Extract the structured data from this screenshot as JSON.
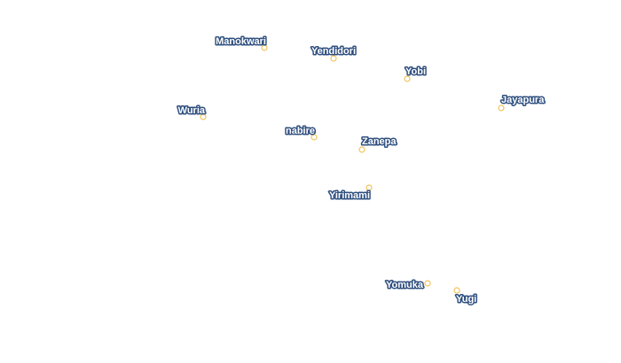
{
  "map": {
    "places": [
      {
        "name": "Manokwari"
      },
      {
        "name": "Yendidori"
      },
      {
        "name": "Yobi"
      },
      {
        "name": "Jayapura"
      },
      {
        "name": "Wuria"
      },
      {
        "name": "nabire"
      },
      {
        "name": "Zanepa"
      },
      {
        "name": "Yirimami"
      },
      {
        "name": "Yomuka"
      },
      {
        "name": "Yugi"
      }
    ],
    "colors": {
      "marker_stroke": "#f2c45a",
      "marker_fill": "#ffffff",
      "label_fill": "#ffffff",
      "label_halo": "#2f4f7f",
      "background": "#ffffff"
    }
  }
}
